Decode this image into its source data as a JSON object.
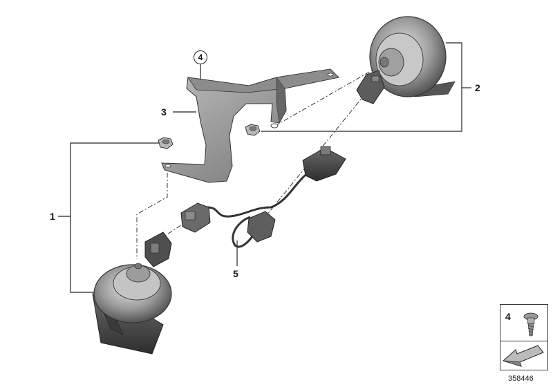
{
  "callouts": {
    "horn_assembly_left": "1",
    "horn_assembly_right": "2",
    "bracket": "3",
    "bracket_screw": "4",
    "wiring_harness": "5"
  },
  "legend": {
    "screw_number": "4"
  },
  "diagram_number": "358446"
}
